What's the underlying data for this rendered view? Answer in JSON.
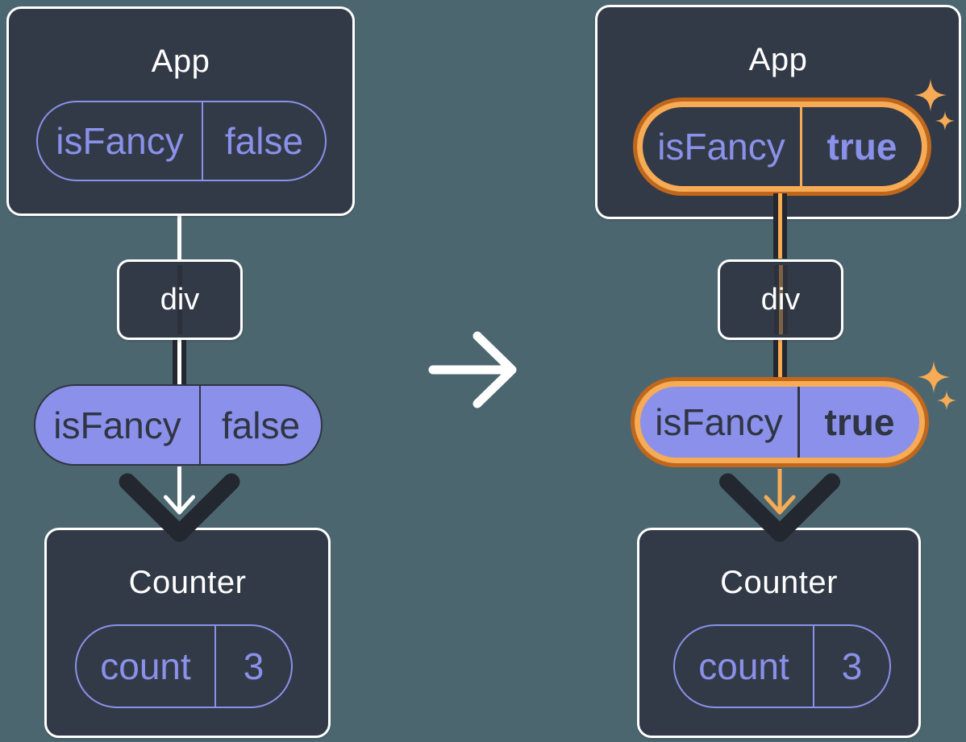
{
  "colors": {
    "background": "#4C6670",
    "card": "#333A47",
    "card_border": "#FFFFFF",
    "purple": "#8A91EA",
    "purple_fill": "#8B91EA",
    "dark": "#23272F",
    "dark_text": "#2F3542",
    "orange_light": "#F6AB54",
    "orange_dark": "#C0671C",
    "white": "#FFFFFF"
  },
  "before": {
    "app": {
      "title": "App",
      "state_pill": {
        "name": "isFancy",
        "value": "false"
      }
    },
    "div_node": {
      "label": "div"
    },
    "prop_pill": {
      "name": "isFancy",
      "value": "false"
    },
    "counter": {
      "title": "Counter",
      "state_pill": {
        "name": "count",
        "value": "3"
      }
    }
  },
  "after": {
    "app": {
      "title": "App",
      "state_pill": {
        "name": "isFancy",
        "value": "true"
      }
    },
    "div_node": {
      "label": "div"
    },
    "prop_pill": {
      "name": "isFancy",
      "value": "true"
    },
    "counter": {
      "title": "Counter",
      "state_pill": {
        "name": "count",
        "value": "3"
      }
    }
  }
}
